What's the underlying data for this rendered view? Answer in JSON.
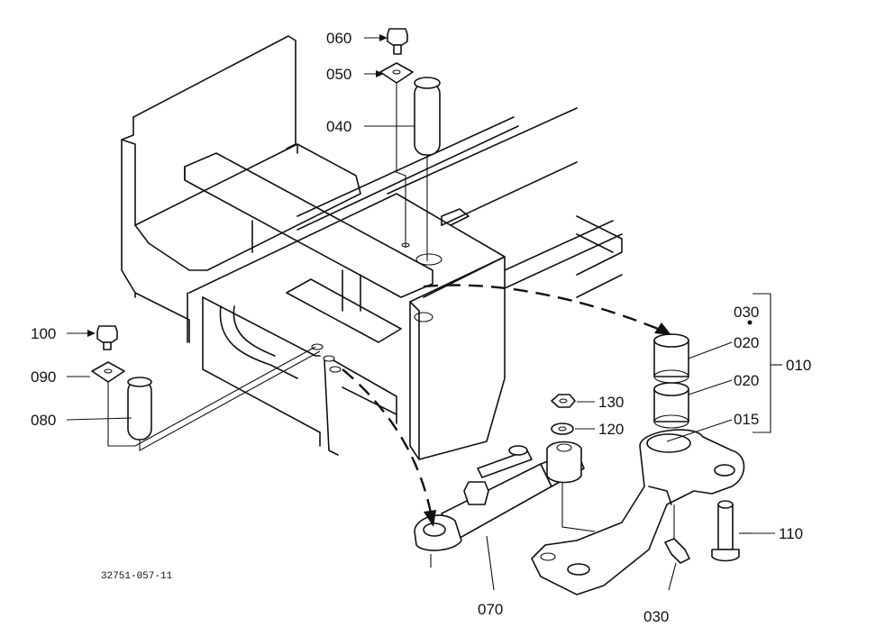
{
  "drawing_code": "32751-057-11",
  "parts": {
    "p060": "060",
    "p050": "050",
    "p040": "040",
    "p100": "100",
    "p090": "090",
    "p080": "080",
    "p030_top": "030",
    "p020_a": "020",
    "p020_b": "020",
    "p010": "010",
    "p015": "015",
    "p130": "130",
    "p120": "120",
    "p110": "110",
    "p070": "070",
    "p030_bottom": "030"
  },
  "colors": {
    "line": "#111111",
    "background": "#ffffff"
  }
}
